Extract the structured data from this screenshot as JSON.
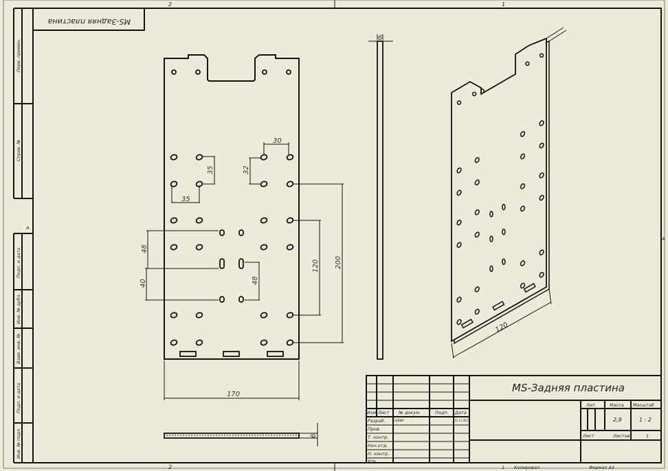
{
  "drawing": {
    "title": "MS-Задняя пластина",
    "title_mirrored": "MS-Задняя пластина",
    "zone_numbers": {
      "left": "2",
      "right": "1"
    },
    "zone_letter": "A"
  },
  "stamp_column": [
    "Перв. примен.",
    "Справ. №",
    "Подп. и дата",
    "Инв. № дубл.",
    "Взам. инв. №",
    "Подп. и дата",
    "Инв. № подл."
  ],
  "dimensions": {
    "width": "170",
    "thickness": "6",
    "h30": "30",
    "v32": "32",
    "v35": "35",
    "h35": "35",
    "v48a": "48",
    "v40": "40",
    "v48b": "48",
    "v120": "120",
    "v200": "200",
    "iso120": "120"
  },
  "title_block": {
    "headers": [
      "Изм.",
      "Лист",
      "№ докум.",
      "Подп.",
      "Дата"
    ],
    "rows": [
      "Разраб.",
      "Пров.",
      "Т. контр.",
      "Нач.отд.",
      "Н. контр.",
      "Утв."
    ],
    "developer": "user",
    "date": "11.11.2011",
    "lit_label": "Лит.",
    "mass_label": "Масса",
    "scale_label": "Масштаб",
    "mass": "2,9",
    "scale": "1 : 2",
    "sheet_label": "Лист",
    "sheets_label": "Листов",
    "sheets": "1",
    "copied_num": "1",
    "copied": "Копировал",
    "format": "Формат А3"
  }
}
